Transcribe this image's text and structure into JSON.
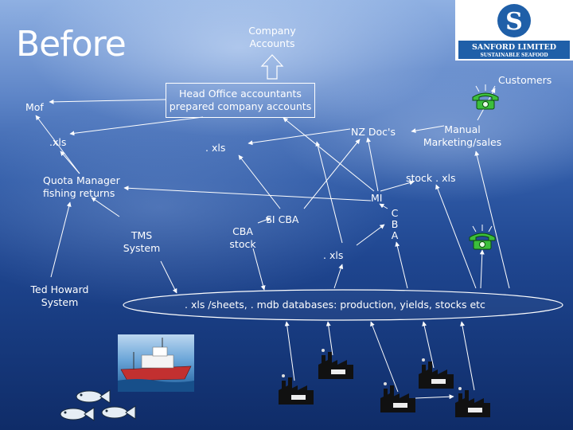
{
  "title": "Before",
  "logo": {
    "name": "SANFORD LIMITED",
    "tagline": "SUSTAINABLE SEAFOOD",
    "letter": "S"
  },
  "nodes": {
    "company_accounts": "Company Accounts",
    "head_office": "Head Office accountants prepared company accounts",
    "customers": "Customers",
    "mof": "Mof",
    "xls_left": ".xls",
    "xls_mid": ". xls",
    "nz_docs": "NZ Doc's",
    "manual_marketing": "Manual Marketing/sales",
    "stock_xls": "stock . xls",
    "quota_manager": "Quota Manager fishing returns",
    "mi": "MI",
    "si_cba": "SI CBA",
    "cba_letters": "C B A",
    "tms_system": "TMS System",
    "cba_stock": "CBA stock",
    "xls_lower": ". xls",
    "ted_howard": "Ted Howard System",
    "databases": ". xls /sheets, . mdb databases: production, yields, stocks etc"
  },
  "icons": [
    "telephone-icon",
    "telephone-icon",
    "ship-image",
    "fish-icon",
    "factory-icon"
  ],
  "colors": {
    "background_top": "#8fb0e2",
    "background_bottom": "#0f2c68",
    "text": "#ffffff",
    "arrow": "#ffffff",
    "logo_blue": "#1f5fa8"
  }
}
